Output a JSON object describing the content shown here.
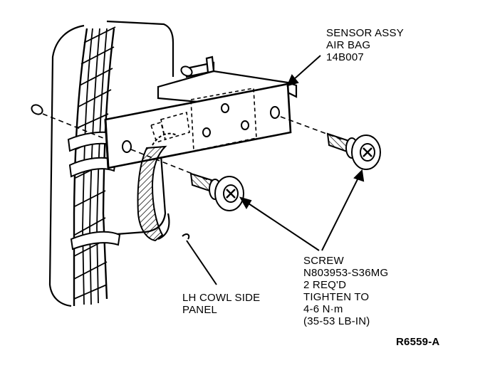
{
  "labels": {
    "sensor": [
      "SENSOR ASSY",
      "AIR BAG",
      "14B007"
    ],
    "screw": [
      "SCREW",
      "N803953-S36MG",
      "2 REQ'D",
      "TIGHTEN TO",
      "4-6 N·m",
      "(35-53 LB-IN)"
    ],
    "panel": [
      "LH COWL SIDE",
      "PANEL"
    ]
  },
  "figure_ref": "R6559-A"
}
